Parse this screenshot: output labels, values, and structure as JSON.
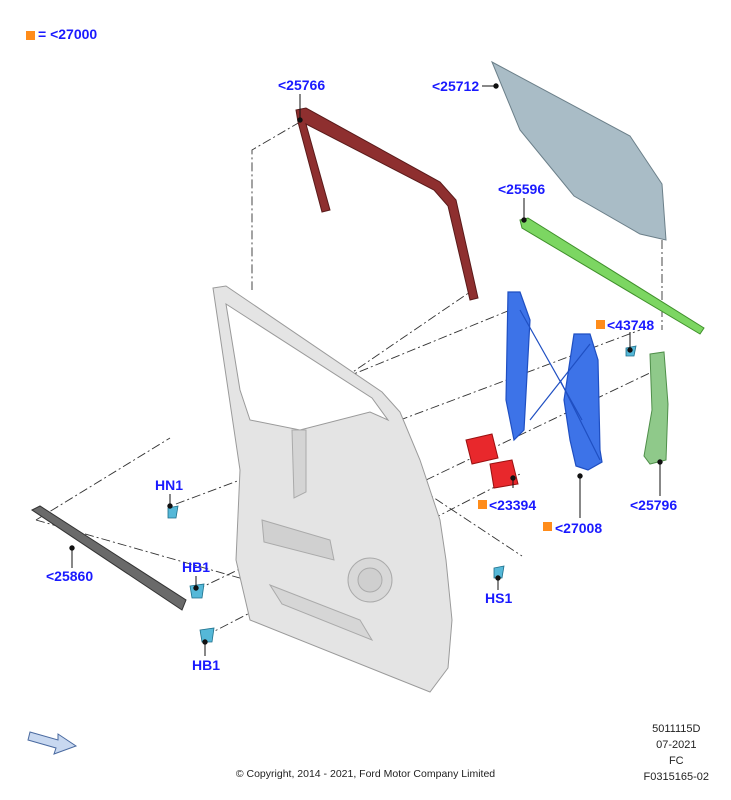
{
  "legend": {
    "marker_color": "#ff8c1a",
    "equals": "=",
    "text": "<27000"
  },
  "callouts": {
    "c25766": "<25766",
    "c25712": "<25712",
    "c25596": "<25596",
    "c43748": "<43748",
    "c23394": "<23394",
    "c27008": "<27008",
    "c25796": "<25796",
    "c25860": "<25860",
    "hn1": "HN1",
    "hb1a": "HB1",
    "hb1b": "HB1",
    "hs1": "HS1"
  },
  "colors": {
    "callout_text": "#1a1aff",
    "service_marker": "#ff8c1a",
    "glass": "#a9bcc6",
    "glass_run": "#8e2f2f",
    "regulator": "#3d73e8",
    "motor": "#e8282c",
    "green_channel": "#7cd662",
    "rear_channel": "#8fc98a",
    "weatherstrip": "#6a6a6a",
    "door_shell": "#e4e4e4",
    "fastener": "#55b8d8"
  },
  "footer": {
    "diagram_id": "5011115D",
    "date": "07-2021",
    "code": "FC",
    "figure": "F0315165-02",
    "copyright": "© Copyright, 2014 - 2021, Ford Motor Company Limited"
  },
  "icons": {
    "direction": "direction-arrow-icon"
  }
}
